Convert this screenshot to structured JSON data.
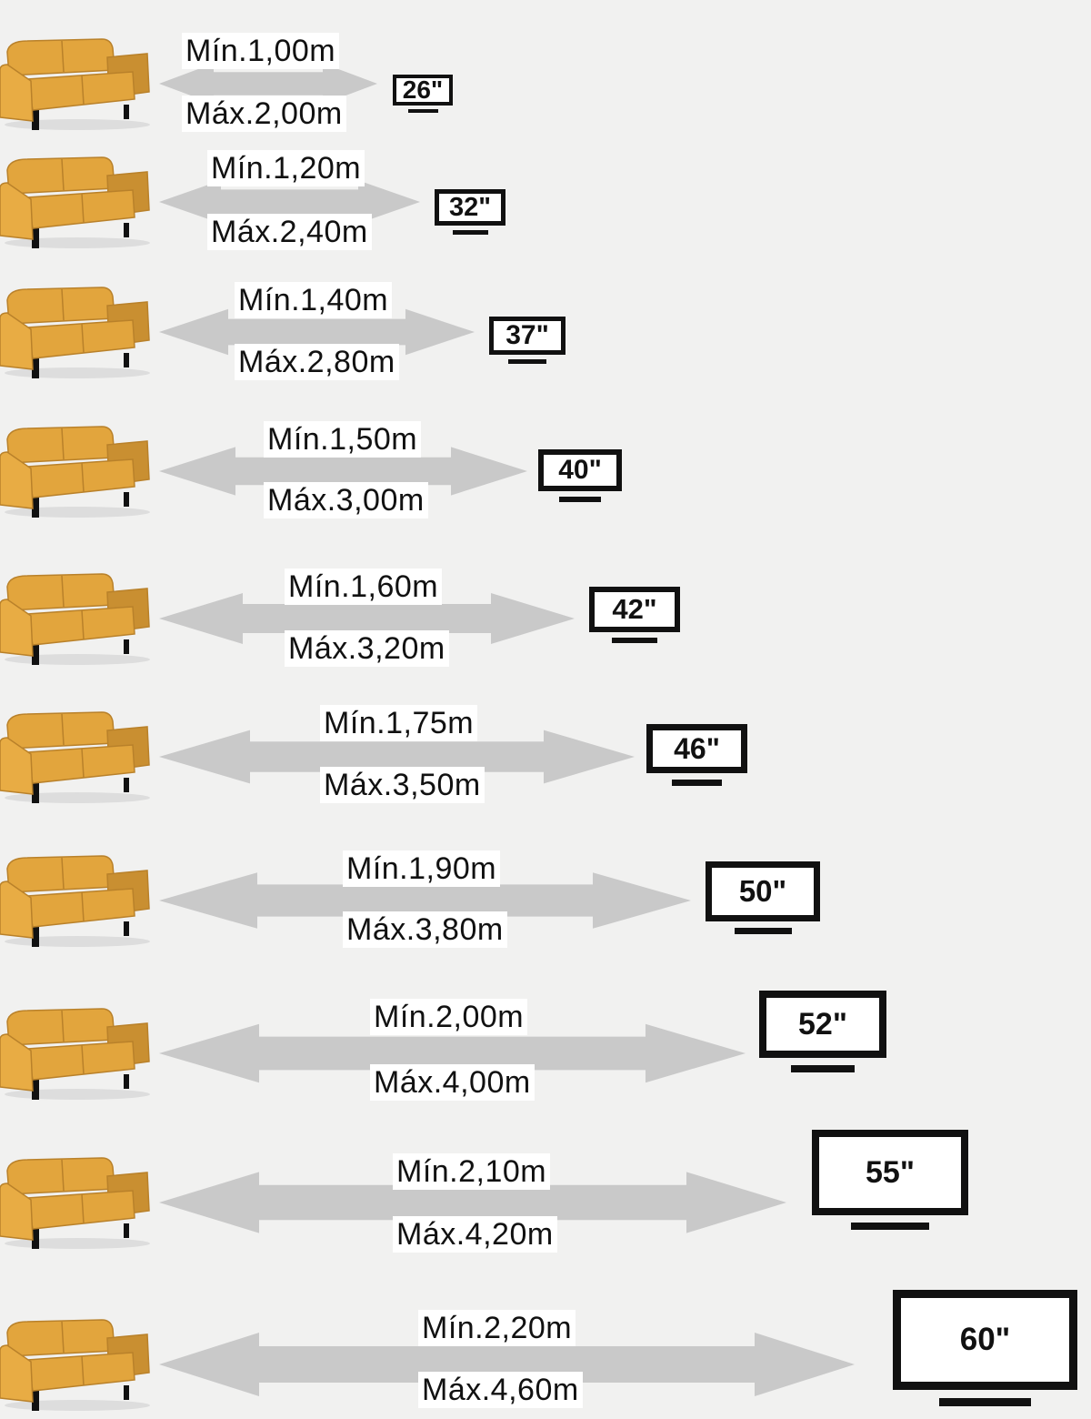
{
  "colors": {
    "sofa": "#e2a53d",
    "sofa_dark": "#b9812a",
    "arrow": "#c9c9c9",
    "background": "#f1f1f0"
  },
  "rows": [
    {
      "min": "Mín.1,00m",
      "max": "Máx.2,00m",
      "tv": "26\""
    },
    {
      "min": "Mín.1,20m",
      "max": "Máx.2,40m",
      "tv": "32\""
    },
    {
      "min": "Mín.1,40m",
      "max": "Máx.2,80m",
      "tv": "37\""
    },
    {
      "min": "Mín.1,50m",
      "max": "Máx.3,00m",
      "tv": "40\""
    },
    {
      "min": "Mín.1,60m",
      "max": "Máx.3,20m",
      "tv": "42\""
    },
    {
      "min": "Mín.1,75m",
      "max": "Máx.3,50m",
      "tv": "46\""
    },
    {
      "min": "Mín.1,90m",
      "max": "Máx.3,80m",
      "tv": "50\""
    },
    {
      "min": "Mín.2,00m",
      "max": "Máx.4,00m",
      "tv": "52\""
    },
    {
      "min": "Mín.2,10m",
      "max": "Máx.4,20m",
      "tv": "55\""
    },
    {
      "min": "Mín.2,20m",
      "max": "Máx.4,60m",
      "tv": "60\""
    }
  ]
}
